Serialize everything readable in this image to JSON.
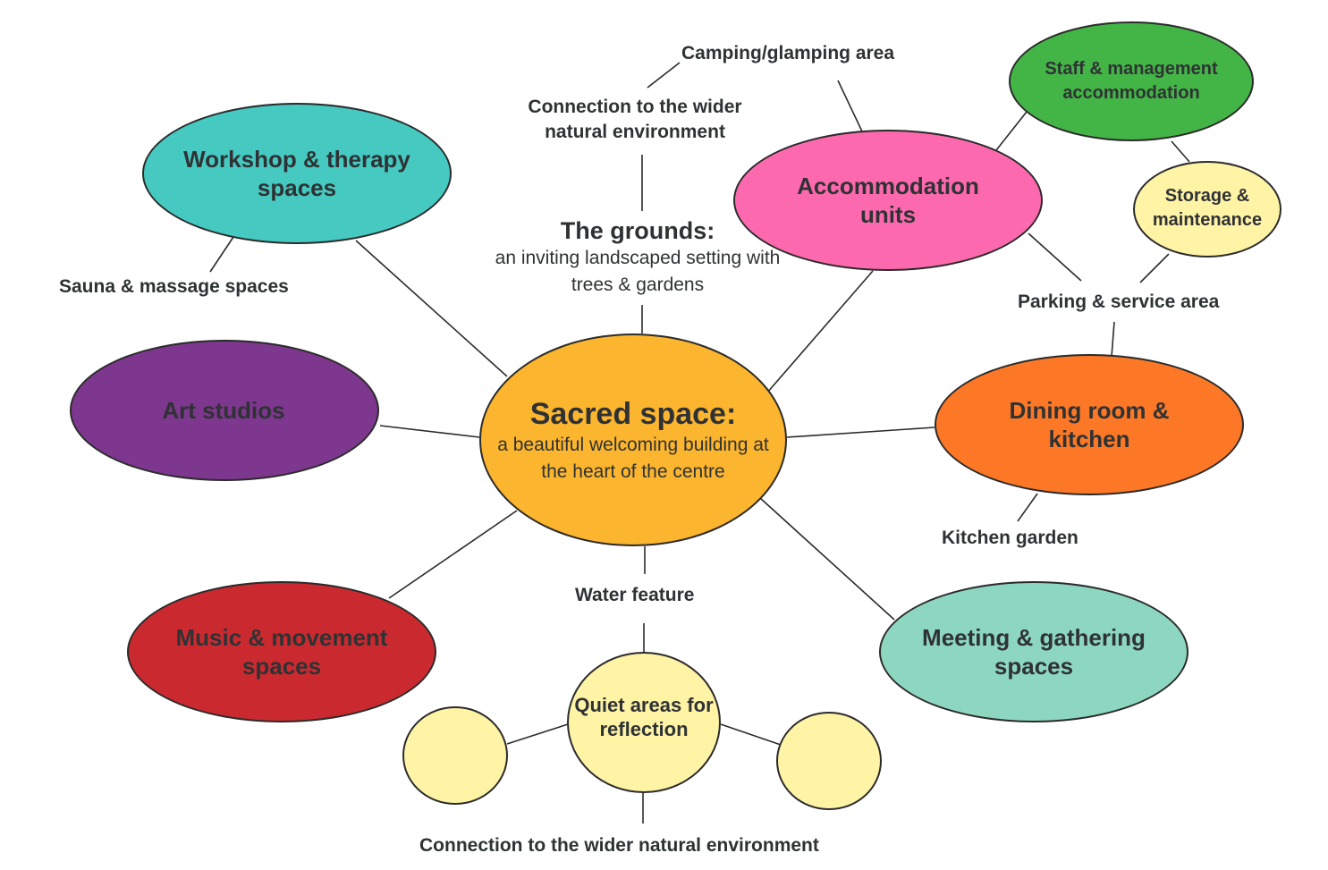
{
  "nodes": {
    "sacred": {
      "title": "Sacred space:",
      "subtitle": "a beautiful welcoming building at the heart of the centre",
      "color": "#FCB52E"
    },
    "grounds": {
      "title": "The grounds:",
      "subtitle": "an inviting landscaped setting with trees & gardens"
    },
    "workshop": {
      "label": "Workshop & therapy spaces",
      "color": "#45C9C1"
    },
    "art": {
      "label": "Art studios",
      "color": "#7D378E"
    },
    "music": {
      "label": "Music & movement spaces",
      "color": "#CA2A2F"
    },
    "quiet": {
      "label": "Quiet areas for reflection",
      "color": "#FFF3A6"
    },
    "meeting": {
      "label": "Meeting & gathering spaces",
      "color": "#8DD7C1"
    },
    "dining": {
      "label": "Dining room & kitchen",
      "color": "#FD7826"
    },
    "accommodation": {
      "label": "Accommodation units",
      "color": "#FD69AE"
    },
    "staff": {
      "label": "Staff & management accommodation",
      "color": "#43B446"
    },
    "storage": {
      "label": "Storage & maintenance",
      "color": "#FFF3A6"
    },
    "blank_left": {
      "label": "",
      "color": "#FFF3A6"
    },
    "blank_right": {
      "label": "",
      "color": "#FFF3A6"
    }
  },
  "labels": {
    "camping": "Camping/glamping area",
    "connection_top": "Connection to the wider natural environment",
    "sauna": "Sauna & massage spaces",
    "parking": "Parking & service area",
    "kitchen_garden": "Kitchen garden",
    "water": "Water feature",
    "connection_bottom": "Connection to the wider natural environment"
  },
  "colors": {
    "line": "#2b2b2b",
    "text": "#2f3234"
  }
}
